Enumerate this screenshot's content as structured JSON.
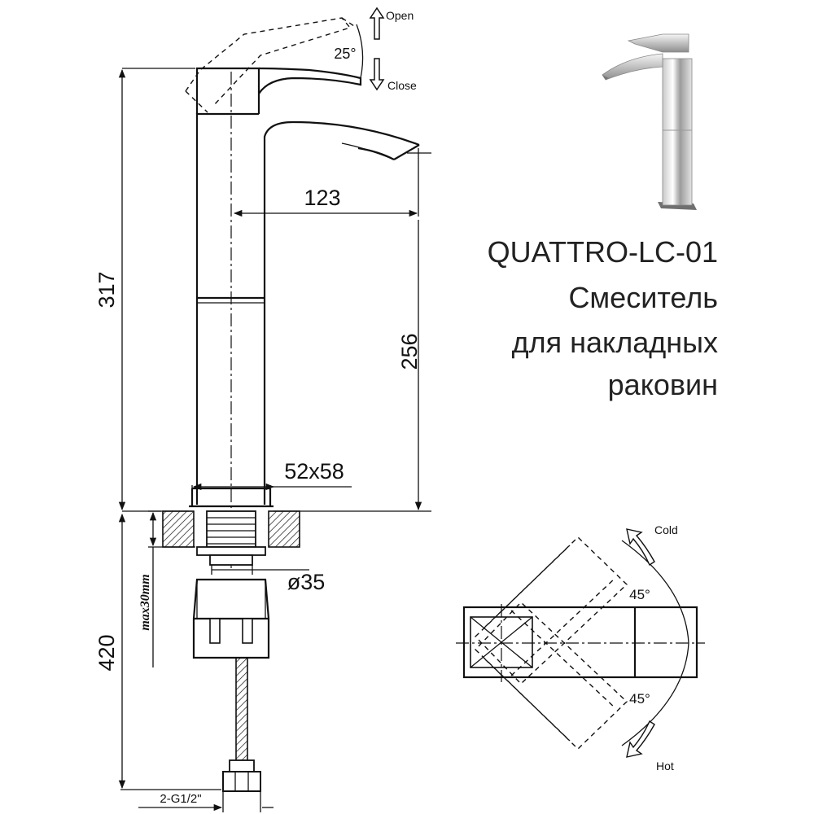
{
  "product": {
    "model": "QUATTRO-LC-01",
    "desc_line1": "Смеситель",
    "desc_line2": "для накладных",
    "desc_line3": "раковин"
  },
  "dimensions": {
    "total_height": "317",
    "spout_reach": "123",
    "spout_height": "256",
    "base_size": "52x58",
    "thread_diameter": "ø35",
    "max_thickness": "max30mm",
    "hose_length": "420",
    "connection": "2-G1/2\""
  },
  "handle": {
    "open_label": "Open",
    "close_label": "Close",
    "tilt_angle": "25°",
    "cold_label": "Cold",
    "hot_label": "Hot",
    "cold_angle": "45°",
    "hot_angle": "45°"
  }
}
